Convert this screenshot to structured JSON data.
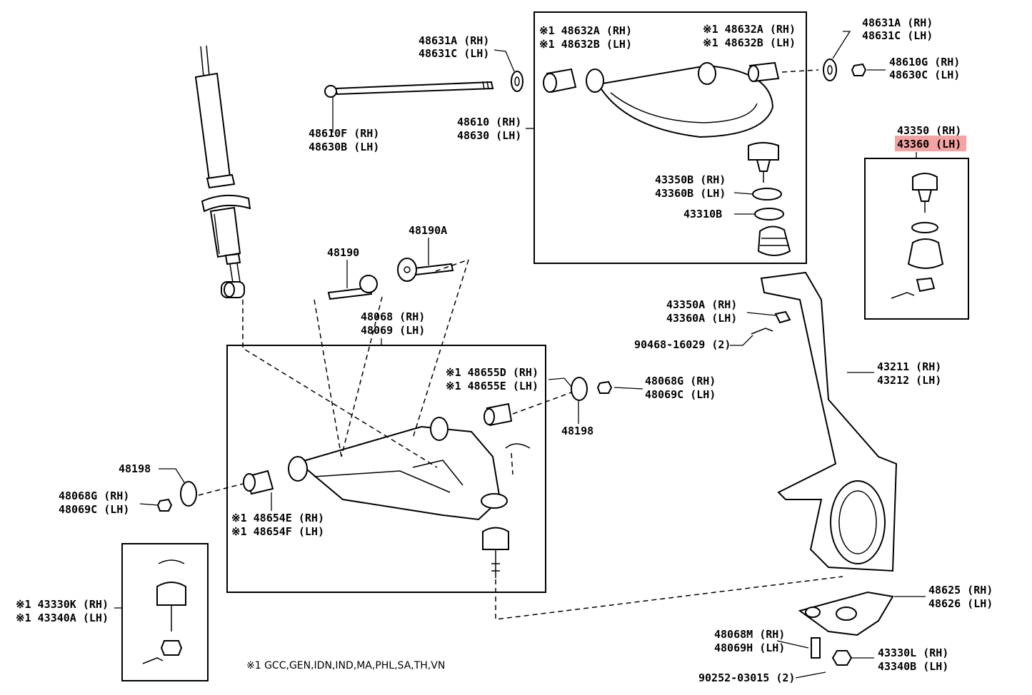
{
  "labels": {
    "l1": [
      "48631A (RH)",
      "48631C (LH)"
    ],
    "l2": [
      "※1 48632A (RH)",
      "※1 48632B (LH)"
    ],
    "l3": [
      "※1 48632A (RH)",
      "※1 48632B (LH)"
    ],
    "l4": [
      "48631A (RH)",
      "48631C (LH)"
    ],
    "l5": [
      "48610G (RH)",
      "48630C (LH)"
    ],
    "l6": [
      "48610F (RH)",
      "48630B (LH)"
    ],
    "l7": [
      "48610 (RH)",
      "48630 (LH)"
    ],
    "l8": [
      "43350 (RH)",
      "43360 (LH)"
    ],
    "l9": [
      "43350B (RH)",
      "43360B (LH)"
    ],
    "l10": [
      "43310B"
    ],
    "l11": [
      "48190A"
    ],
    "l12": [
      "48190"
    ],
    "l13": [
      "48068 (RH)",
      "48069 (LH)"
    ],
    "l14": [
      "43350A (RH)",
      "43360A (LH)"
    ],
    "l15": [
      "90468-16029 (2)"
    ],
    "l16": [
      "※1 48655D (RH)",
      "※1 48655E (LH)"
    ],
    "l17": [
      "48068G (RH)",
      "48069C (LH)"
    ],
    "l18": [
      "43211 (RH)",
      "43212 (LH)"
    ],
    "l19": [
      "48198"
    ],
    "l20": [
      "48198"
    ],
    "l21": [
      "48068G (RH)",
      "48069C (LH)"
    ],
    "l22": [
      "※1 48654E (RH)",
      "※1 48654F (LH)"
    ],
    "l23": [
      "48625 (RH)",
      "48626 (LH)"
    ],
    "l24": [
      "※1 43330K (RH)",
      "※1 43340A (LH)"
    ],
    "l25": [
      "48068M (RH)",
      "48069H (LH)"
    ],
    "l26": [
      "43330L (RH)",
      "43340B (LH)"
    ],
    "l27": [
      "90252-03015 (2)"
    ]
  },
  "footnote": "※1 GCC,GEN,IDN,IND,MA,PHL,SA,TH,VN",
  "highlight": {
    "label": "43360 (LH)",
    "color": "#f4a3a3"
  }
}
